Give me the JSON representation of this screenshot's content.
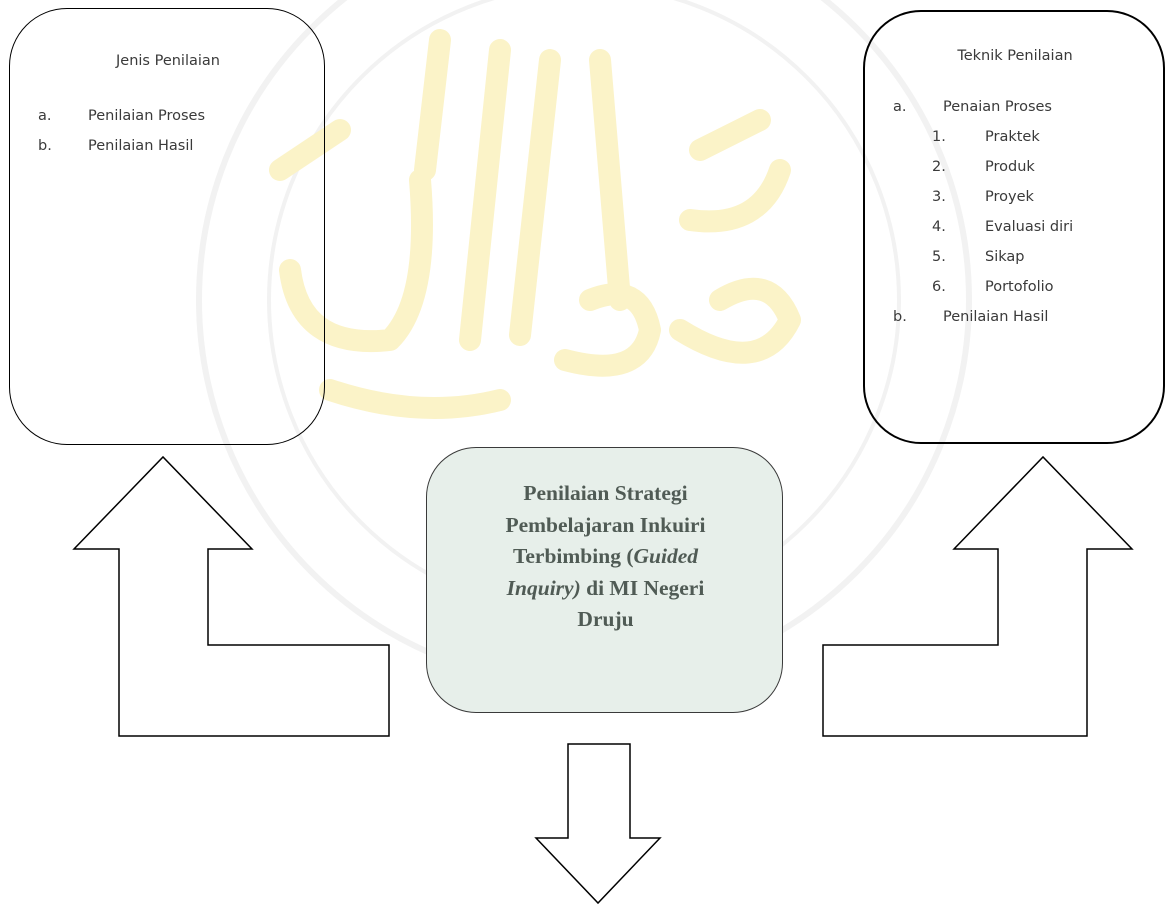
{
  "left_box": {
    "title": "Jenis Penilaian",
    "items": [
      {
        "marker": "a.",
        "text": "Penilaian Proses"
      },
      {
        "marker": "b.",
        "text": "Penilaian Hasil"
      }
    ]
  },
  "right_box": {
    "title": "Teknik Penilaian",
    "items": [
      {
        "marker": "a.",
        "text": "Penaian Proses"
      },
      {
        "marker": "b.",
        "text": "Penilaian Hasil"
      }
    ],
    "subitems": [
      {
        "marker": "1.",
        "text": "Praktek"
      },
      {
        "marker": "2.",
        "text": "Produk"
      },
      {
        "marker": "3.",
        "text": "Proyek"
      },
      {
        "marker": "4.",
        "text": "Evaluasi diri"
      },
      {
        "marker": "5.",
        "text": "Sikap"
      },
      {
        "marker": "6.",
        "text": "Portofolio"
      }
    ]
  },
  "center_box": {
    "line1": "Penilaian  Strategi",
    "line2": "Pembelajaran Inkuiri",
    "line3_a": "Terbimbing (",
    "line3_b": "Guided",
    "line4_a": "Inquiry)",
    "line4_b": " di MI Negeri",
    "line5": "Druju"
  },
  "colors": {
    "border": "#000000",
    "text": "#3a3a3a",
    "center_fill": "#e7efea",
    "center_text": "#505b55",
    "watermark_gold": "#fbf3c8",
    "watermark_gray": "#eeeeee"
  }
}
